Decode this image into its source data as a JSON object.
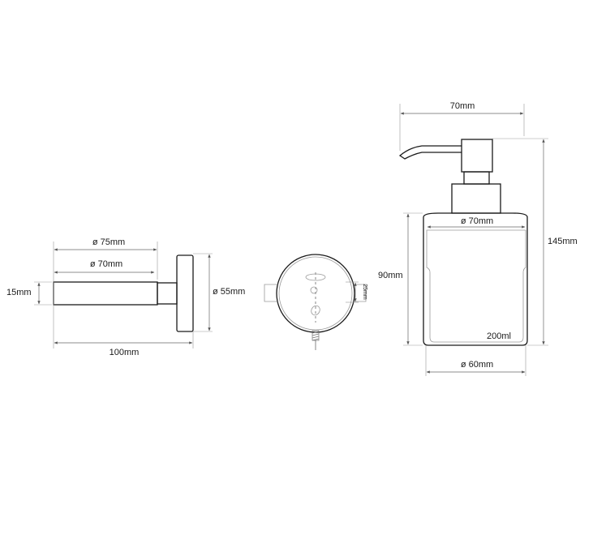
{
  "holder_side_view": {
    "diameter_outer": "ø 75mm",
    "diameter_inner": "ø 70mm",
    "rod_height": "15mm",
    "plate_diameter": "ø 55mm",
    "total_length": "100mm"
  },
  "wall_plate_front_view": {
    "hole_spacing": "25mm"
  },
  "dispenser_view": {
    "pump_width": "70mm",
    "total_height": "145mm",
    "body_height": "90mm",
    "top_diameter": "ø 70mm",
    "bottom_diameter": "ø 60mm",
    "capacity": "200ml"
  }
}
